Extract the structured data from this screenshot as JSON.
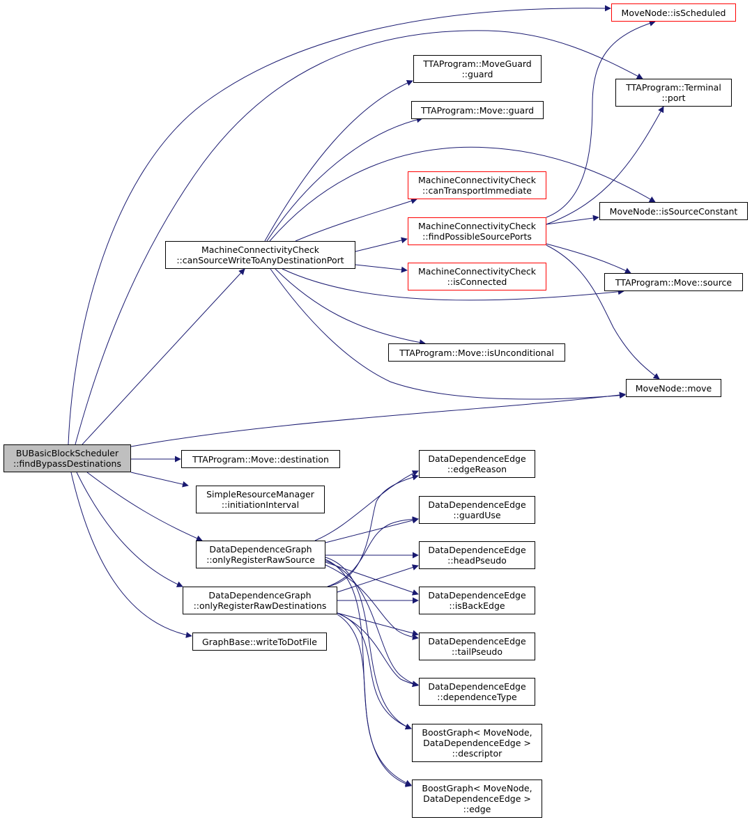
{
  "diagram": {
    "edge_color": "#191970",
    "nodes": [
      {
        "id": "root",
        "lines": [
          "BUBasicBlockScheduler",
          "::findBypassDestinations"
        ],
        "style": "root"
      },
      {
        "id": "csw",
        "lines": [
          "MachineConnectivityCheck",
          "::canSourceWriteToAnyDestinationPort"
        ],
        "style": "normal"
      },
      {
        "id": "isScheduled",
        "lines": [
          "MoveNode::isScheduled"
        ],
        "style": "red"
      },
      {
        "id": "moveGuardGuard",
        "lines": [
          "TTAProgram::MoveGuard",
          "::guard"
        ],
        "style": "normal"
      },
      {
        "id": "terminalPort",
        "lines": [
          "TTAProgram::Terminal",
          "::port"
        ],
        "style": "normal"
      },
      {
        "id": "moveGuard",
        "lines": [
          "TTAProgram::Move::guard"
        ],
        "style": "normal"
      },
      {
        "id": "canTransportImmediate",
        "lines": [
          "MachineConnectivityCheck",
          "::canTransportImmediate"
        ],
        "style": "red"
      },
      {
        "id": "isSourceConstant",
        "lines": [
          "MoveNode::isSourceConstant"
        ],
        "style": "normal"
      },
      {
        "id": "findPossibleSourcePorts",
        "lines": [
          "MachineConnectivityCheck",
          "::findPossibleSourcePorts"
        ],
        "style": "red"
      },
      {
        "id": "isConnected",
        "lines": [
          "MachineConnectivityCheck",
          "::isConnected"
        ],
        "style": "red"
      },
      {
        "id": "moveSource",
        "lines": [
          "TTAProgram::Move::source"
        ],
        "style": "normal"
      },
      {
        "id": "isUnconditional",
        "lines": [
          "TTAProgram::Move::isUnconditional"
        ],
        "style": "normal"
      },
      {
        "id": "moveNodeMove",
        "lines": [
          "MoveNode::move"
        ],
        "style": "normal"
      },
      {
        "id": "moveDestination",
        "lines": [
          "TTAProgram::Move::destination"
        ],
        "style": "normal"
      },
      {
        "id": "initiationInterval",
        "lines": [
          "SimpleResourceManager",
          "::initiationInterval"
        ],
        "style": "normal"
      },
      {
        "id": "onlyRawSource",
        "lines": [
          "DataDependenceGraph",
          "::onlyRegisterRawSource"
        ],
        "style": "normal"
      },
      {
        "id": "onlyRawDest",
        "lines": [
          "DataDependenceGraph",
          "::onlyRegisterRawDestinations"
        ],
        "style": "normal"
      },
      {
        "id": "writeToDotFile",
        "lines": [
          "GraphBase::writeToDotFile"
        ],
        "style": "normal"
      },
      {
        "id": "edgeReason",
        "lines": [
          "DataDependenceEdge",
          "::edgeReason"
        ],
        "style": "normal"
      },
      {
        "id": "guardUse",
        "lines": [
          "DataDependenceEdge",
          "::guardUse"
        ],
        "style": "normal"
      },
      {
        "id": "headPseudo",
        "lines": [
          "DataDependenceEdge",
          "::headPseudo"
        ],
        "style": "normal"
      },
      {
        "id": "isBackEdge",
        "lines": [
          "DataDependenceEdge",
          "::isBackEdge"
        ],
        "style": "normal"
      },
      {
        "id": "tailPseudo",
        "lines": [
          "DataDependenceEdge",
          "::tailPseudo"
        ],
        "style": "normal"
      },
      {
        "id": "dependenceType",
        "lines": [
          "DataDependenceEdge",
          "::dependenceType"
        ],
        "style": "normal"
      },
      {
        "id": "descriptor",
        "lines": [
          "BoostGraph< MoveNode,",
          "DataDependenceEdge >",
          "::descriptor"
        ],
        "style": "normal"
      },
      {
        "id": "edge",
        "lines": [
          "BoostGraph< MoveNode,",
          "DataDependenceEdge >",
          "::edge"
        ],
        "style": "normal"
      }
    ]
  }
}
